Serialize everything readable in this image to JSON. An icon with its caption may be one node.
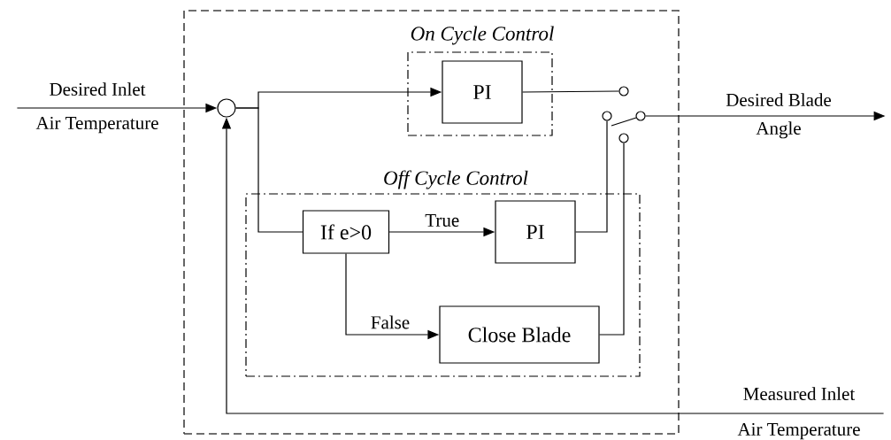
{
  "diagram": {
    "nodes": [
      {
        "text": [],
        "shape": "box"
      },
      {
        "text": [
          "On Cycle Control"
        ],
        "in": 0
      },
      {
        "text": [
          "PI"
        ],
        "in": 1
      },
      {
        "text": [
          "Off Cycle Control"
        ],
        "in": 0
      },
      {
        "text": [
          "If e>0"
        ],
        "in": 3
      },
      {
        "text": [
          "PI"
        ],
        "in": 3
      },
      {
        "text": [
          "Close Blade"
        ],
        "in": 3
      },
      {
        "text": [],
        "shape": "circle",
        "in": 0
      },
      {
        "text": [
          "Desired Inlet",
          "Air Temperature"
        ]
      },
      {
        "text": [],
        "shape": "circle",
        "in": 0
      },
      {
        "text": [],
        "shape": "circle",
        "in": 0
      },
      {
        "text": [],
        "shape": "circle",
        "in": 0
      },
      {
        "text": [],
        "shape": "circle",
        "in": 0
      },
      {
        "text": [
          "Desired Blade",
          "Angle"
        ]
      },
      {
        "text": [
          "Measured Inlet",
          "Air Temperature"
        ]
      }
    ],
    "edges": [
      {
        "from": 8,
        "to": 7,
        "arrow": "to"
      },
      {
        "from": 7,
        "to": 2,
        "arrow": "to"
      },
      {
        "from": 7,
        "to": 4,
        "arrow": "none"
      },
      {
        "from": 4,
        "to": 5,
        "arrow": "to",
        "label": "True"
      },
      {
        "from": 4,
        "to": 6,
        "arrow": "to",
        "label": "False"
      },
      {
        "from": 2,
        "to": 9,
        "arrow": "none"
      },
      {
        "from": 5,
        "to": 10,
        "arrow": "none"
      },
      {
        "from": 6,
        "to": 11,
        "arrow": "none"
      },
      {
        "from": 12,
        "to": 13,
        "arrow": "to"
      },
      {
        "from": 14,
        "to": 7,
        "arrow": "to"
      }
    ]
  }
}
